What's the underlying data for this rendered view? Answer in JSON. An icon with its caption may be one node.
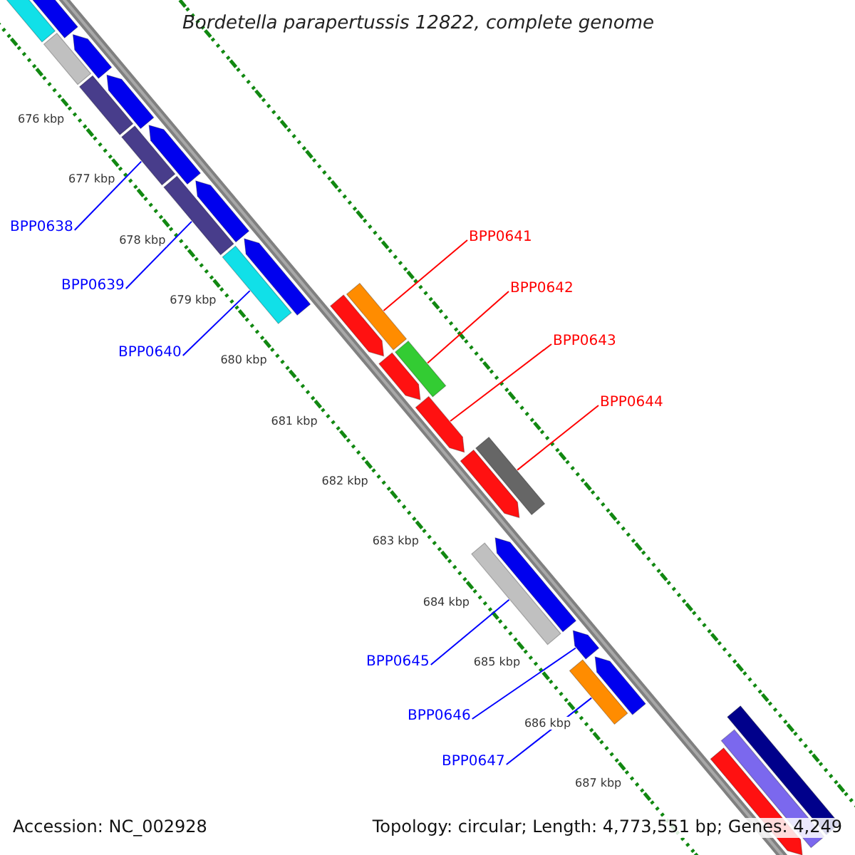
{
  "diagram": {
    "title": "Bordetella parapertussis 12822, complete genome",
    "nodes": [
      {
        "text": [
          "BPP0638"
        ]
      },
      {
        "text": [
          "BPP0639"
        ]
      },
      {
        "text": [
          "BPP0640"
        ]
      },
      {
        "text": [
          "BPP0641"
        ]
      },
      {
        "text": [
          "BPP0642"
        ]
      },
      {
        "text": [
          "BPP0643"
        ]
      },
      {
        "text": [
          "BPP0644"
        ]
      },
      {
        "text": [
          "BPP0645"
        ]
      },
      {
        "text": [
          "BPP0646"
        ]
      },
      {
        "text": [
          "BPP0647"
        ]
      },
      {
        "text": [],
        "shape": "bar"
      },
      {
        "text": [],
        "shape": "arrow"
      },
      {
        "text": [],
        "shape": "bar"
      },
      {
        "text": [],
        "shape": "arrow"
      },
      {
        "text": [],
        "shape": "bar"
      },
      {
        "text": [],
        "shape": "arrow"
      },
      {
        "text": [],
        "shape": "bar"
      },
      {
        "text": [],
        "shape": "arrow"
      },
      {
        "text": [],
        "shape": "bar"
      },
      {
        "text": [],
        "shape": "arrow"
      },
      {
        "text": [],
        "shape": "bar"
      },
      {
        "text": [],
        "shape": "arrow"
      },
      {
        "text": [],
        "shape": "arrow"
      },
      {
        "text": [],
        "shape": "bar"
      },
      {
        "text": [],
        "shape": "arrow"
      },
      {
        "text": [],
        "shape": "bar"
      },
      {
        "text": [],
        "shape": "arrow"
      },
      {
        "text": [],
        "shape": "arrow"
      },
      {
        "text": [],
        "shape": "bar"
      },
      {
        "text": [],
        "shape": "bar"
      },
      {
        "text": [],
        "shape": "arrow"
      },
      {
        "text": [],
        "shape": "arrow"
      },
      {
        "text": [],
        "shape": "bar"
      },
      {
        "text": [],
        "shape": "arrow"
      },
      {
        "text": [],
        "shape": "bar"
      },
      {
        "text": [],
        "shape": "bar"
      },
      {
        "text": [],
        "shape": "arrow"
      }
    ],
    "edges": [
      {
        "from": 0,
        "to": 16,
        "arrow": "none"
      },
      {
        "from": 1,
        "to": 18,
        "arrow": "none"
      },
      {
        "from": 2,
        "to": 20,
        "arrow": "none"
      },
      {
        "from": 3,
        "to": 23,
        "arrow": "none",
        "color": "#ff0000"
      },
      {
        "from": 4,
        "to": 25,
        "arrow": "none",
        "color": "#ff0000"
      },
      {
        "from": 5,
        "to": 26,
        "arrow": "none",
        "color": "#ff0000"
      },
      {
        "from": 6,
        "to": 28,
        "arrow": "none",
        "color": "#ff0000"
      },
      {
        "from": 7,
        "to": 29,
        "arrow": "none"
      },
      {
        "from": 8,
        "to": 31,
        "arrow": "none"
      },
      {
        "from": 9,
        "to": 32,
        "arrow": "none"
      }
    ],
    "labels": [
      "676 kbp",
      "677 kbp",
      "678 kbp",
      "679 kbp",
      "680 kbp",
      "681 kbp",
      "682 kbp",
      "683 kbp",
      "684 kbp",
      "685 kbp",
      "686 kbp",
      "687 kbp",
      "Accession: NC_002928",
      "Topology: circular; Length: 4,773,551 bp; Genes: 4,249"
    ]
  }
}
